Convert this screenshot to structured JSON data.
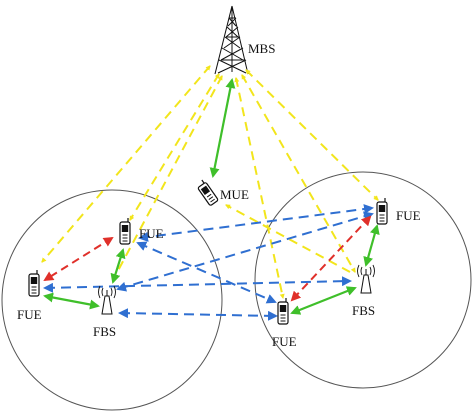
{
  "labels": {
    "mbs": "MBS",
    "mue": "MUE",
    "fue_left_top": "FUE",
    "fue_left_side": "FUE",
    "fbs_left": "FBS",
    "fue_right_top": "FUE",
    "fbs_right": "FBS",
    "fue_right_bottom": "FUE"
  },
  "link_colors": {
    "macro_interference": "#f2e51c",
    "femto_interference": "#2f6fd1",
    "femto_to_femto_interference": "#e0302a",
    "desired_link": "#3fbf2a"
  },
  "icons": {
    "macro_tower": "lattice-tower-icon",
    "handset": "mobile-phone-icon",
    "femto_base_station": "femto-antenna-icon"
  }
}
